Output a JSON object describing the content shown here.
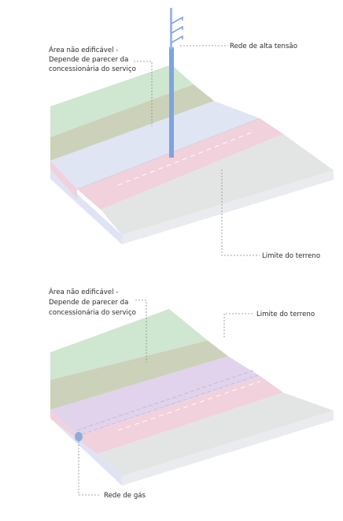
{
  "diagram1": {
    "label_area": [
      "Área não edificável -",
      "Depende de parecer da",
      "concessionária do serviço"
    ],
    "label_rede": "Rede de alta tensão",
    "label_limite": "Limite do terreno"
  },
  "diagram2": {
    "label_area": [
      "Área não edificável -",
      "Depende de parecer da",
      "concessionária do serviço"
    ],
    "label_limite": "Limite do terreno",
    "label_rede": "Rede de gás"
  },
  "colors": {
    "green": "#cfe6d0",
    "olive": "#cbd2b9",
    "blue": "#dfe5f3",
    "pink": "#f1d1db",
    "purple": "#e2d3ec",
    "grey": "#e3e5e4",
    "side_left": "#dfe3f5",
    "side_right": "#e9ebee",
    "pole": "#7fa3dc"
  }
}
